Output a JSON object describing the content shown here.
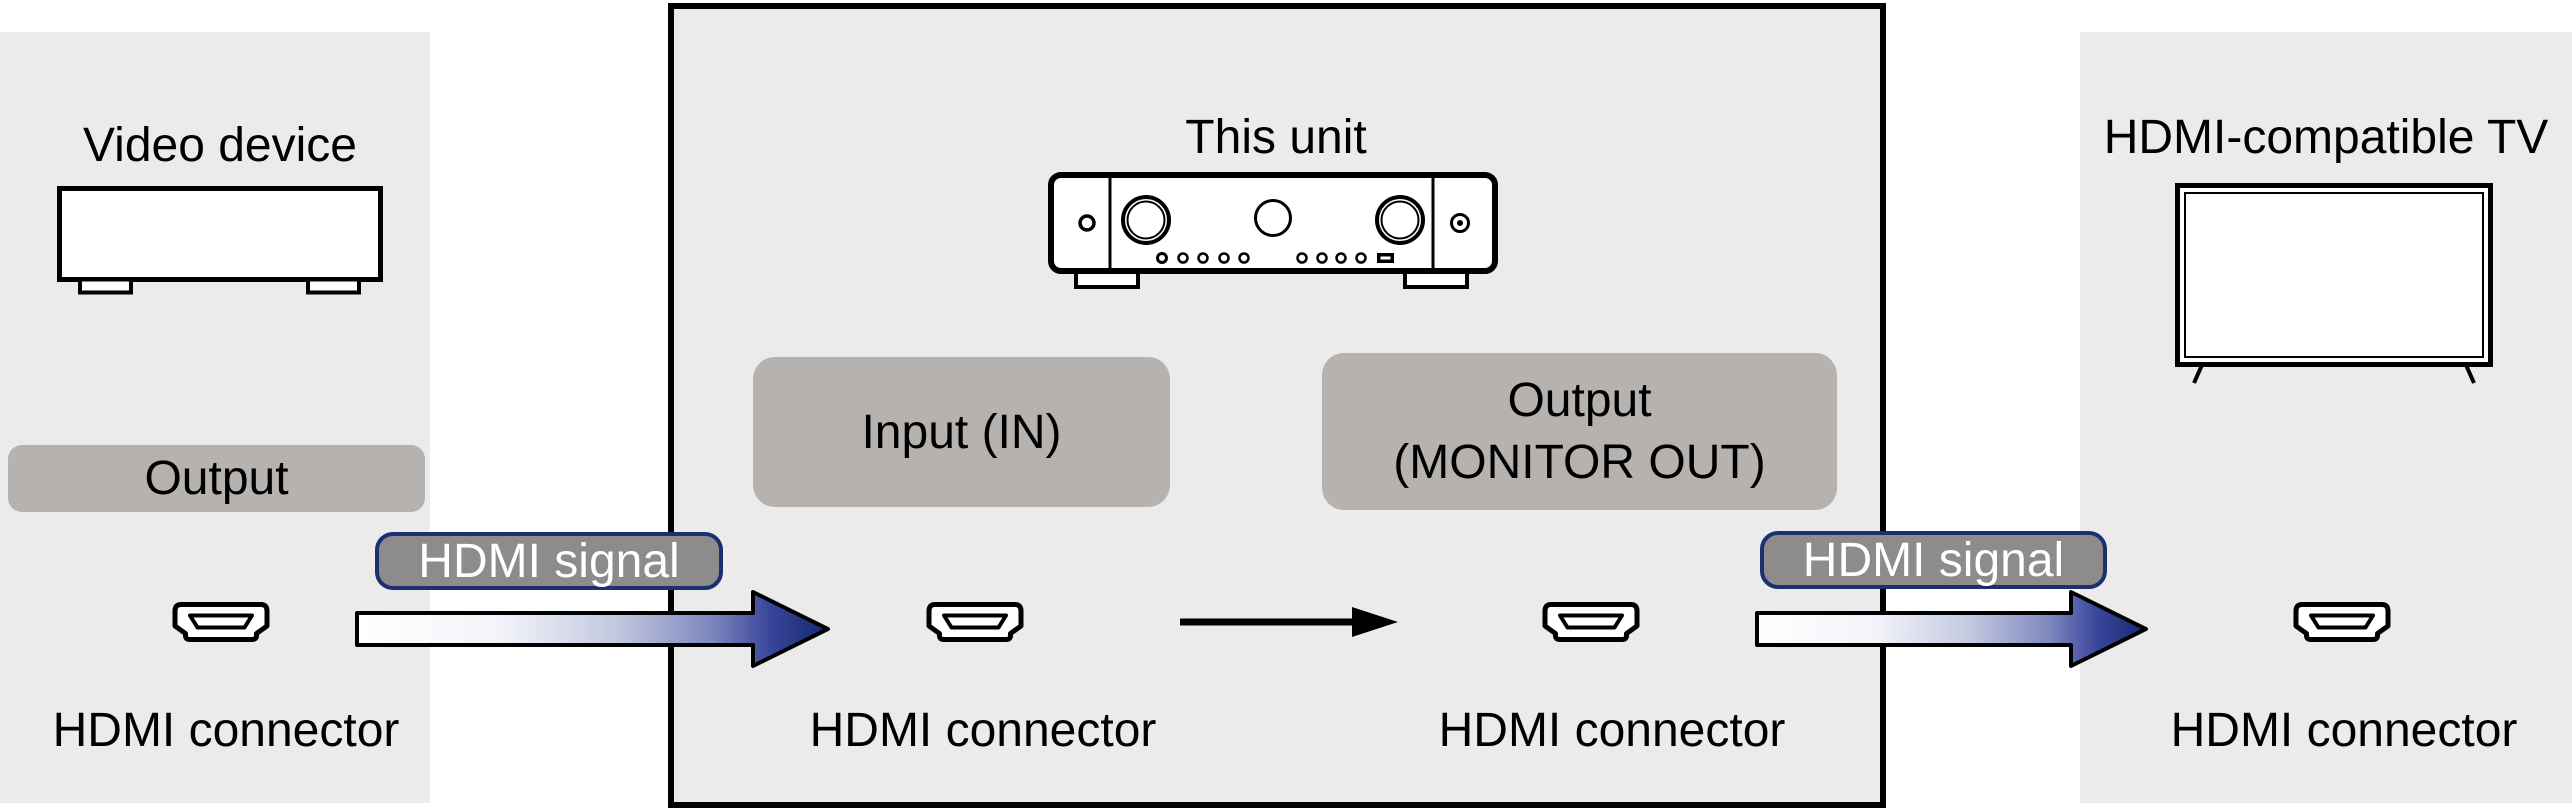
{
  "left_panel": {
    "title": "Video device",
    "badge_label": "Output",
    "connector_label": "HDMI connector"
  },
  "center_panel": {
    "title": "This unit",
    "input_badge_label": "Input (IN)",
    "output_badge_line1": "Output",
    "output_badge_line2": "(MONITOR OUT)",
    "connector_in_label": "HDMI connector",
    "connector_out_label": "HDMI connector"
  },
  "right_panel": {
    "title": "HDMI-compatible TV",
    "connector_label": "HDMI connector"
  },
  "signal_labels": {
    "left": "HDMI signal",
    "right": "HDMI signal"
  },
  "icons": {
    "hdmi_port": "hdmi-port-icon",
    "video_device": "video-device-box-icon",
    "receiver": "av-receiver-front-panel-icon",
    "tv": "flat-screen-tv-icon",
    "signal_arrow": "gradient-right-arrow-icon",
    "internal_arrow": "black-right-arrow-icon"
  },
  "colors": {
    "panel_bg": "#ebebeb",
    "badge_bg": "#b5b2af",
    "badge_text": "#000000",
    "signal_badge_bg": "#8d8b8b",
    "signal_badge_border": "#1b3070",
    "signal_badge_text": "#ffffff",
    "arrow_gradient_start": "#ffffff",
    "arrow_gradient_end": "#172a6e",
    "outline": "#000000"
  }
}
